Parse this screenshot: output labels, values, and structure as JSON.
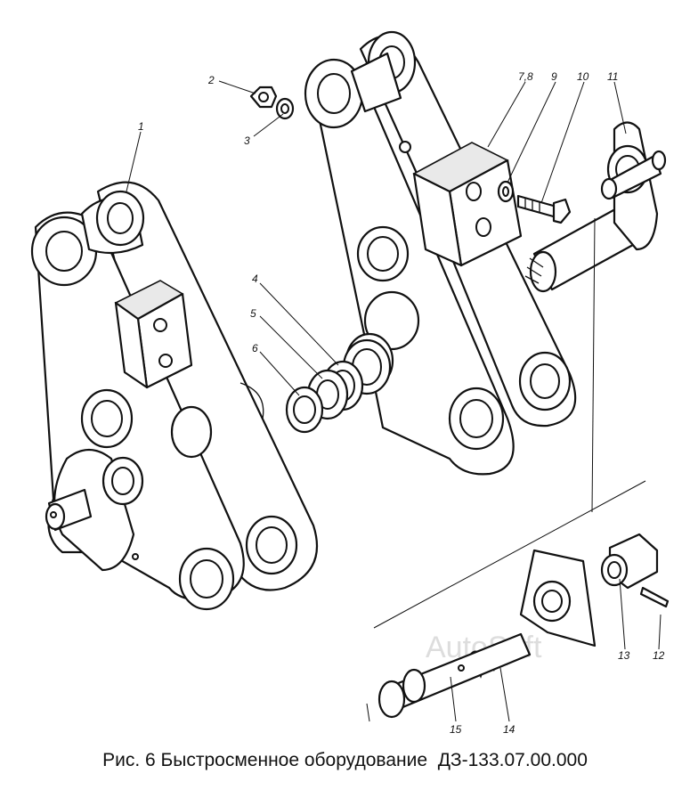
{
  "figure": {
    "caption_prefix": "Рис. 6 Быстросменное оборудование",
    "caption_code": "ДЗ-133.07.00.000",
    "watermark": "AutoSoft",
    "labels": {
      "l1": "1",
      "l2": "2",
      "l3": "3",
      "l4": "4",
      "l5": "5",
      "l6": "6",
      "l78": "7,8",
      "l9": "9",
      "l10": "10",
      "l11": "11",
      "l12": "12",
      "l13": "13",
      "l14": "14",
      "l15": "15"
    }
  }
}
